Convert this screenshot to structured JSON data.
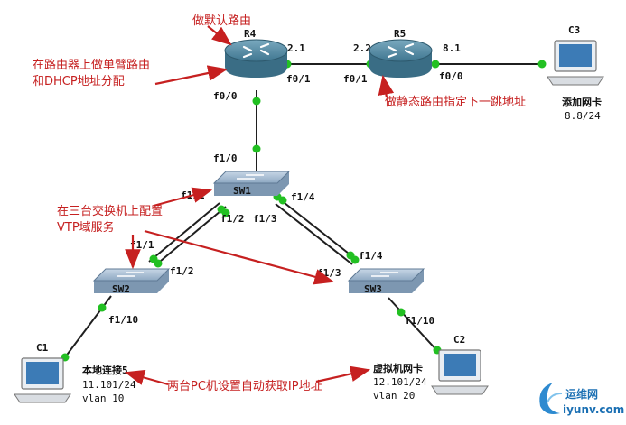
{
  "devices": {
    "r4": {
      "name": "R4"
    },
    "r5": {
      "name": "R5"
    },
    "c3": {
      "name": "C3",
      "nic": "添加网卡",
      "ip": "8.8/24"
    },
    "sw1": {
      "name": "SW1"
    },
    "sw2": {
      "name": "SW2"
    },
    "sw3": {
      "name": "SW3"
    },
    "c1": {
      "name": "C1",
      "nic": "本地连接5",
      "ip": "11.101/24",
      "vlan": "vlan 10"
    },
    "c2": {
      "name": "C2",
      "nic": "虚拟机网卡",
      "ip": "12.101/24",
      "vlan": "vlan 20"
    }
  },
  "interfaces": {
    "r4_f01_ip": "2.1",
    "r4_f01": "f0/1",
    "r5_f01_ip": "2.2",
    "r5_f01": "f0/1",
    "r5_f00_ip": "8.1",
    "r5_f00": "f0/0",
    "r4_f00": "f0/0",
    "sw1_f10": "f1/0",
    "sw1_f11": "f1/1",
    "sw1_f14": "f1/4",
    "sw1_f12": "f1/2",
    "sw1_f13": "f1/3",
    "sw2_f11": "f1/1",
    "sw2_f12": "f1/2",
    "sw2_f110": "f1/10",
    "sw3_f14": "f1/4",
    "sw3_f13": "f1/3",
    "sw3_f110": "f1/10"
  },
  "annotations": {
    "default_route": "做默认路由",
    "router_on_stick_1": "在路由器上做单臂路由",
    "router_on_stick_2": "和DHCP地址分配",
    "static_route": "做静态路由指定下一跳地址",
    "vtp_1": "在三台交换机上配置",
    "vtp_2": "VTP域服务",
    "dhcp_pc": "两台PC机设置自动获取IP地址"
  },
  "watermark": {
    "cn": "运维网",
    "url": "iyunv.com"
  },
  "colors": {
    "link": "#1f1f1f",
    "port": "#22c022",
    "note": "#c62020",
    "router": "#4a7e97",
    "switch": "#8aa4bd"
  }
}
